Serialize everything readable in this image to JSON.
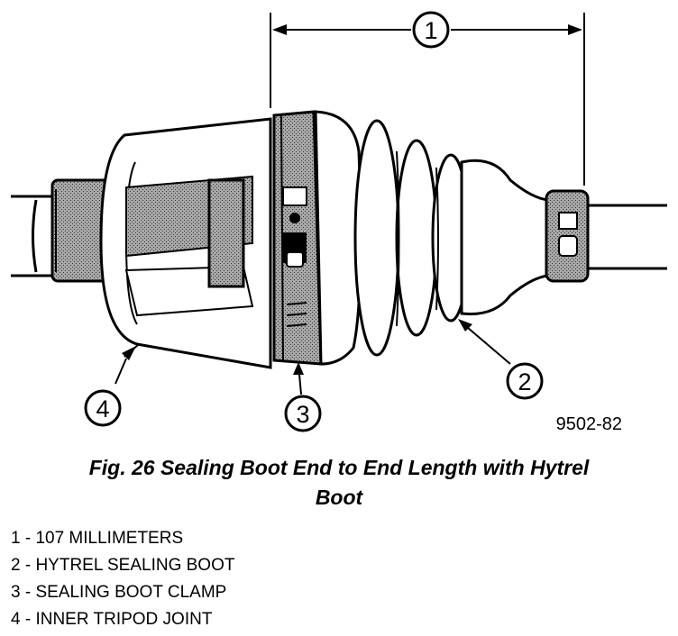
{
  "figure": {
    "figure_number": "9502-82",
    "caption_line1": "Fig. 26 Sealing Boot End to End Length with Hytrel",
    "caption_line2": "Boot"
  },
  "callouts": [
    {
      "number": "1"
    },
    {
      "number": "2"
    },
    {
      "number": "3"
    },
    {
      "number": "4"
    }
  ],
  "legend": [
    {
      "text": "1 - 107 MILLIMETERS"
    },
    {
      "text": "2 - HYTREL SEALING BOOT"
    },
    {
      "text": "3 - SEALING BOOT CLAMP"
    },
    {
      "text": "4 - INNER TRIPOD JOINT"
    }
  ],
  "colors": {
    "line": "#000000",
    "shade": "#8a8a8a",
    "background": "#ffffff"
  }
}
